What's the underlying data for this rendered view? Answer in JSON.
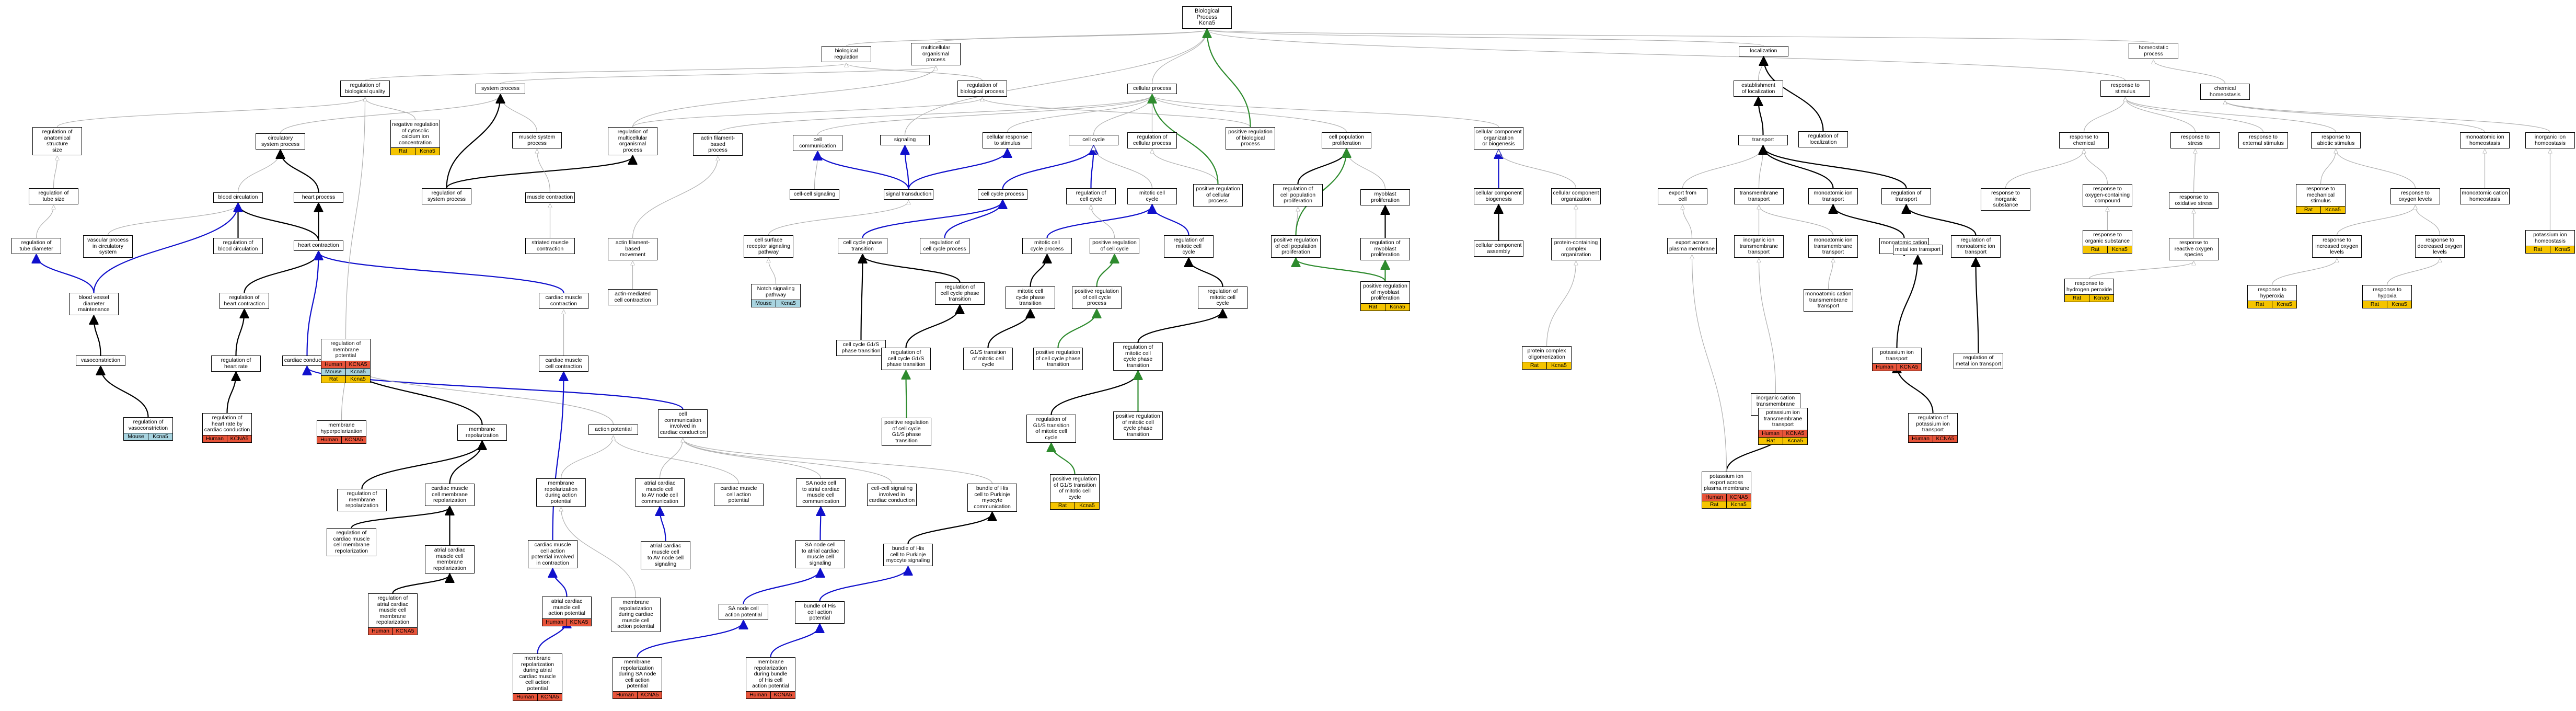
{
  "terms": [
    {
      "id": "root",
      "label": "Biological Process\nKcna5"
    },
    {
      "id": "bioreg",
      "label": "biological regulation"
    },
    {
      "id": "multiorg",
      "label": "multicellular\norganismal process"
    },
    {
      "id": "localization",
      "label": "localization"
    },
    {
      "id": "homeostatic",
      "label": "homeostatic\nprocess"
    },
    {
      "id": "regbioqual",
      "label": "regulation of\nbiological quality"
    },
    {
      "id": "sysproc",
      "label": "system process"
    },
    {
      "id": "regbioproc",
      "label": "regulation of\nbiological process"
    },
    {
      "id": "cellproc",
      "label": "cellular process"
    },
    {
      "id": "estlocal",
      "label": "establishment\nof localization"
    },
    {
      "id": "respstim",
      "label": "response to\nstimulus"
    },
    {
      "id": "chemhomeo",
      "label": "chemical homeostasis"
    },
    {
      "id": "negregcyto",
      "label": "negative regulation\nof cytosolic\ncalcium ion\nconcentration"
    },
    {
      "id": "regmulti",
      "label": "regulation of\nmulticellular\norganismal process"
    },
    {
      "id": "actinfil",
      "label": "actin filament-based\nprocess"
    },
    {
      "id": "cellcomm",
      "label": "cell communication"
    },
    {
      "id": "signaling",
      "label": "signaling"
    },
    {
      "id": "cellresp",
      "label": "cellular response\nto stimulus"
    },
    {
      "id": "cellcycle",
      "label": "cell cycle"
    },
    {
      "id": "regcellproc",
      "label": "regulation of\ncellular process"
    },
    {
      "id": "posregbio",
      "label": "positive regulation\nof biological\nprocess"
    },
    {
      "id": "cellpopprolif",
      "label": "cell population\nproliferation"
    },
    {
      "id": "cellcompbio",
      "label": "cellular component\norganization\nor biogenesis"
    },
    {
      "id": "transport",
      "label": "transport"
    },
    {
      "id": "reglocal",
      "label": "regulation of\nlocalization"
    },
    {
      "id": "respchem",
      "label": "response to\nchemical"
    },
    {
      "id": "respstress",
      "label": "response to\nstress"
    },
    {
      "id": "respext",
      "label": "response to\nexternal stimulus"
    },
    {
      "id": "respabiotic",
      "label": "response to\nabiotic stimulus"
    },
    {
      "id": "monohomeo",
      "label": "monoatomic ion\nhomeostasis"
    },
    {
      "id": "inorghomeo",
      "label": "inorganic ion\nhomeostasis"
    },
    {
      "id": "regsize",
      "label": "regulation of\nanatomical structure\nsize"
    },
    {
      "id": "circsys",
      "label": "circulatory\nsystem process"
    },
    {
      "id": "musclesys",
      "label": "muscle system\nprocess"
    },
    {
      "id": "regtube",
      "label": "regulation of\ntube size"
    },
    {
      "id": "bloodcirc",
      "label": "blood circulation"
    },
    {
      "id": "heartproc",
      "label": "heart process"
    },
    {
      "id": "regsysproc",
      "label": "regulation of\nsystem process"
    },
    {
      "id": "musclecont",
      "label": "muscle contraction"
    },
    {
      "id": "cellsignal",
      "label": "cell-cell signaling"
    },
    {
      "id": "sigtrans",
      "label": "signal transduction"
    },
    {
      "id": "cellcycleproc",
      "label": "cell cycle process"
    },
    {
      "id": "regcellcycle",
      "label": "regulation of\ncell cycle"
    },
    {
      "id": "mitoticcc",
      "label": "mitotic cell\ncycle"
    },
    {
      "id": "posregcellproc",
      "label": "positive regulation\nof cellular\nprocess"
    },
    {
      "id": "regcellpop",
      "label": "regulation of\ncell population\nproliferation"
    },
    {
      "id": "myoblast",
      "label": "myoblast proliferation"
    },
    {
      "id": "compbiogen",
      "label": "cellular component\nbiogenesis"
    },
    {
      "id": "comporg",
      "label": "cellular component\norganization"
    },
    {
      "id": "exportcell",
      "label": "export from\ncell"
    },
    {
      "id": "transmem",
      "label": "transmembrane\ntransport"
    },
    {
      "id": "monoiontrans",
      "label": "monoatomic ion\ntransport"
    },
    {
      "id": "regtrans",
      "label": "regulation of\ntransport"
    },
    {
      "id": "respinorg",
      "label": "response to\ninorganic substance"
    },
    {
      "id": "respoxycomp",
      "label": "response to\noxygen-containing\ncompound"
    },
    {
      "id": "respoxid",
      "label": "response to\noxidative stress"
    },
    {
      "id": "respmech",
      "label": "response to\nmechanical stimulus"
    },
    {
      "id": "respoxylev",
      "label": "response to\noxygen levels"
    },
    {
      "id": "monocation",
      "label": "monoatomic cation\nhomeostasis"
    },
    {
      "id": "potassiumhomeo",
      "label": "potassium ion\nhomeostasis"
    },
    {
      "id": "regtubediam",
      "label": "regulation of\ntube diameter"
    },
    {
      "id": "vascular",
      "label": "vascular process\nin circulatory\nsystem"
    },
    {
      "id": "regbloodcirc",
      "label": "regulation of\nblood circulation"
    },
    {
      "id": "heartcont",
      "label": "heart contraction"
    },
    {
      "id": "striated",
      "label": "striated muscle\ncontraction"
    },
    {
      "id": "actinmove",
      "label": "actin filament-based\nmovement"
    },
    {
      "id": "cellsurface",
      "label": "cell surface\nreceptor signaling\npathway"
    },
    {
      "id": "cellcyclephase",
      "label": "cell cycle phase\ntransition"
    },
    {
      "id": "regcellcycleproc",
      "label": "regulation of\ncell cycle process"
    },
    {
      "id": "mitoticproc",
      "label": "mitotic cell\ncycle process"
    },
    {
      "id": "posregcc",
      "label": "positive regulation\nof cell cycle"
    },
    {
      "id": "regmitotic",
      "label": "regulation of\nmitotic cell\ncycle"
    },
    {
      "id": "posregcellpop",
      "label": "positive regulation\nof cell population\nproliferation"
    },
    {
      "id": "regmyoblast",
      "label": "regulation of\nmyoblast proliferation"
    },
    {
      "id": "compassembly",
      "label": "cellular component\nassembly"
    },
    {
      "id": "proteinorg",
      "label": "protein-containing\ncomplex organization"
    },
    {
      "id": "exportmem",
      "label": "export across\nplasma membrane"
    },
    {
      "id": "inorgmem",
      "label": "inorganic ion\ntransmembrane\ntransport"
    },
    {
      "id": "monomem",
      "label": "monoatomic ion\ntransmembrane\ntransport"
    },
    {
      "id": "monocat",
      "label": "monoatomic cation\ntransport"
    },
    {
      "id": "regmonoion",
      "label": "regulation of\nmonoatomic ion\ntransport"
    },
    {
      "id": "resphydro",
      "label": "response to\nhydrogen peroxide"
    },
    {
      "id": "resporgsub",
      "label": "response to\norganic substance"
    },
    {
      "id": "respros",
      "label": "response to\nreactive oxygen\nspecies"
    },
    {
      "id": "respincoxy",
      "label": "response to\nincreased oxygen\nlevels"
    },
    {
      "id": "respdecoxy",
      "label": "response to\ndecreased oxygen\nlevels"
    },
    {
      "id": "resphyperoxia",
      "label": "response to\nhyperoxia"
    },
    {
      "id": "resphypoxia",
      "label": "response to\nhypoxia"
    },
    {
      "id": "bloodvessel",
      "label": "blood vessel\ndiameter maintenance"
    },
    {
      "id": "regheartcont",
      "label": "regulation of\nheart contraction"
    },
    {
      "id": "cardiaccont",
      "label": "cardiac muscle\ncontraction"
    },
    {
      "id": "actinmediated",
      "label": "actin-mediated\ncell contraction"
    },
    {
      "id": "notch",
      "label": "Notch signaling\npathway"
    },
    {
      "id": "cellcyclephase2",
      "label": "regulation of\ncell cycle phase\ntransition"
    },
    {
      "id": "ccg1s",
      "label": "cell cycle G1/S\nphase transition"
    },
    {
      "id": "mitoticphase",
      "label": "mitotic cell\ncycle phase\ntransition"
    },
    {
      "id": "posregccproc",
      "label": "positive regulation\nof cell cycle\nprocess"
    },
    {
      "id": "regmitoticphase",
      "label": "regulation of\nmitotic cell\ncycle"
    },
    {
      "id": "posregmyoblast",
      "label": "positive regulation\nof myoblast\nproliferation"
    },
    {
      "id": "proteincomplex",
      "label": "protein complex\noligomerization"
    },
    {
      "id": "monocationmem",
      "label": "monoatomic cation\ntransmembrane\ntransport"
    },
    {
      "id": "metaliontrans",
      "label": "metal ion transport"
    },
    {
      "id": "vasoconstriction",
      "label": "vasoconstriction"
    },
    {
      "id": "regheartrate",
      "label": "regulation of\nheart rate"
    },
    {
      "id": "cardiaccond",
      "label": "cardiac conduction"
    },
    {
      "id": "regmempot",
      "label": "regulation of\nmembrane potential"
    },
    {
      "id": "cardiaccellcont",
      "label": "cardiac muscle\ncell contraction"
    },
    {
      "id": "regccg1s",
      "label": "regulation of\ncell cycle G1/S\nphase transition"
    },
    {
      "id": "g1smitotic",
      "label": "G1/S transition\nof mitotic cell\ncycle"
    },
    {
      "id": "posregccphase",
      "label": "positive regulation\nof cell cycle phase\ntransition"
    },
    {
      "id": "regmitoticphase2",
      "label": "regulation of\nmitotic cell\ncycle phase\ntransition"
    },
    {
      "id": "inorgcation",
      "label": "inorganic cation\ntransmembrane\ntransport"
    },
    {
      "id": "potassiumtrans",
      "label": "potassium ion\ntransport"
    },
    {
      "id": "regmetal",
      "label": "regulation of\nmetal ion transport"
    },
    {
      "id": "regvaso",
      "label": "regulation of\nvasoconstriction"
    },
    {
      "id": "regheartcond",
      "label": "regulation of\nheart rate by\ncardiac conduction"
    },
    {
      "id": "memhyper",
      "label": "membrane hyperpolarization"
    },
    {
      "id": "cellcommcond",
      "label": "cell communication\ninvolved in\ncardiac conduction"
    },
    {
      "id": "posregccg1s",
      "label": "positive regulation\nof cell cycle\nG1/S phase transition"
    },
    {
      "id": "regg1smitotic",
      "label": "regulation of\nG1/S transition\nof mitotic cell\ncycle"
    },
    {
      "id": "posregmitoticphase",
      "label": "positive regulation\nof mitotic cell\ncycle phase\ntransition"
    },
    {
      "id": "potassiummem",
      "label": "potassium ion\ntransmembrane\ntransport"
    },
    {
      "id": "regpotassium",
      "label": "regulation of\npotassium ion\ntransport"
    },
    {
      "id": "memrepol",
      "label": "membrane repolarization"
    },
    {
      "id": "actionpot",
      "label": "action potential"
    },
    {
      "id": "posregg1s",
      "label": "positive regulation\nof G1/S transition\nof mitotic cell\ncycle"
    },
    {
      "id": "potassiumexport",
      "label": "potassium ion\nexport across\nplasma membrane"
    },
    {
      "id": "regmemrepol",
      "label": "regulation of\nmembrane repolarization"
    },
    {
      "id": "cardiacrepol",
      "label": "cardiac muscle\ncell membrane\nrepolarization"
    },
    {
      "id": "memrepolaction",
      "label": "membrane repolarization\nduring action\npotential"
    },
    {
      "id": "atrialcomm",
      "label": "atrial cardiac\nmuscle cell\nto AV node cell\ncommunication"
    },
    {
      "id": "cardiacaction",
      "label": "cardiac muscle\ncell action\npotential"
    },
    {
      "id": "sanodecomm",
      "label": "SA node cell\nto atrial cardiac\nmuscle cell\ncommunication"
    },
    {
      "id": "cellsigcond",
      "label": "cell-cell signaling\ninvolved in\ncardiac conduction"
    },
    {
      "id": "bundlecomm",
      "label": "bundle of His\ncell to Purkinje\nmyocyte communication"
    },
    {
      "id": "regcardiacrepol",
      "label": "regulation of\ncardiac muscle\ncell membrane\nrepolarization"
    },
    {
      "id": "atrialrepol",
      "label": "atrial cardiac\nmuscle cell\nmembrane repolarization"
    },
    {
      "id": "cardiacactioncont",
      "label": "cardiac muscle\ncell action\npotential involved\nin contraction"
    },
    {
      "id": "atrialsig",
      "label": "atrial cardiac\nmuscle cell\nto AV node cell\nsignaling"
    },
    {
      "id": "sanodesig",
      "label": "SA node cell\nto atrial cardiac\nmuscle cell\nsignaling"
    },
    {
      "id": "bundlesig",
      "label": "bundle of His\ncell to Purkinje\nmyocyte signaling"
    },
    {
      "id": "regatrialrepol",
      "label": "regulation of\natrial cardiac\nmuscle cell\nmembrane repolarization"
    },
    {
      "id": "atrialaction",
      "label": "atrial cardiac\nmuscle cell\naction potential"
    },
    {
      "id": "memrepolcardiac",
      "label": "membrane repolarization\nduring cardiac\nmuscle cell\naction potential"
    },
    {
      "id": "sanodeaction",
      "label": "SA node cell\naction potential"
    },
    {
      "id": "bundleaction",
      "label": "bundle of His\ncell action\npotential"
    },
    {
      "id": "memrepolatrial",
      "label": "membrane repolarization\nduring atrial\ncardiac muscle\ncell action\npotential"
    },
    {
      "id": "memrepolsa",
      "label": "membrane repolarization\nduring SA node\ncell action\npotential"
    },
    {
      "id": "memrepolbundle",
      "label": "membrane repolarization\nduring bundle\nof His cell\naction potential"
    }
  ],
  "annotations": [
    {
      "term": "negregcyto",
      "rows": [
        [
          "Rat",
          "Kcna5"
        ]
      ]
    },
    {
      "term": "notch",
      "rows": [
        [
          "Mouse",
          "Kcna5"
        ]
      ]
    },
    {
      "term": "regmempot",
      "rows": [
        [
          "Human",
          "KCNA5"
        ],
        [
          "Mouse",
          "Kcna5"
        ],
        [
          "Rat",
          "Kcna5"
        ]
      ]
    },
    {
      "term": "regvaso",
      "rows": [
        [
          "Mouse",
          "Kcna5"
        ]
      ]
    },
    {
      "term": "regheartcond",
      "rows": [
        [
          "Human",
          "KCNA5"
        ]
      ]
    },
    {
      "term": "memhyper",
      "rows": [
        [
          "Human",
          "KCNA5"
        ]
      ]
    },
    {
      "term": "regatrialrepol",
      "rows": [
        [
          "Human",
          "KCNA5"
        ]
      ]
    },
    {
      "term": "atrialaction",
      "rows": [
        [
          "Human",
          "KCNA5"
        ]
      ]
    },
    {
      "term": "memrepolatrial",
      "rows": [
        [
          "Human",
          "KCNA5"
        ]
      ]
    },
    {
      "term": "memrepolsa",
      "rows": [
        [
          "Human",
          "KCNA5"
        ]
      ]
    },
    {
      "term": "memrepolbundle",
      "rows": [
        [
          "Human",
          "KCNA5"
        ]
      ]
    },
    {
      "term": "posregg1s",
      "rows": [
        [
          "Rat",
          "Kcna5"
        ]
      ]
    },
    {
      "term": "posregmyoblast",
      "rows": [
        [
          "Rat",
          "Kcna5"
        ]
      ]
    },
    {
      "term": "proteincomplex",
      "rows": [
        [
          "Rat",
          "Kcna5"
        ]
      ]
    },
    {
      "term": "potassiumexport",
      "rows": [
        [
          "Human",
          "KCNA5"
        ],
        [
          "Rat",
          "Kcna5"
        ]
      ]
    },
    {
      "term": "potassiummem",
      "rows": [
        [
          "Human",
          "KCNA5"
        ],
        [
          "Rat",
          "Kcna5"
        ]
      ]
    },
    {
      "term": "potassiumtrans",
      "rows": [
        [
          "Human",
          "KCNA5"
        ]
      ]
    },
    {
      "term": "regpotassium",
      "rows": [
        [
          "Human",
          "KCNA5"
        ]
      ]
    },
    {
      "term": "resporgsub",
      "rows": [
        [
          "Rat",
          "Kcna5"
        ]
      ]
    },
    {
      "term": "resphydro",
      "rows": [
        [
          "Rat",
          "Kcna5"
        ]
      ]
    },
    {
      "term": "respmech",
      "rows": [
        [
          "Rat",
          "Kcna5"
        ]
      ]
    },
    {
      "term": "resphyperoxia",
      "rows": [
        [
          "Rat",
          "Kcna5"
        ]
      ]
    },
    {
      "term": "resphypoxia",
      "rows": [
        [
          "Rat",
          "Kcna5"
        ]
      ]
    },
    {
      "term": "potassiumhomeo",
      "rows": [
        [
          "Rat",
          "Kcna5"
        ]
      ]
    }
  ],
  "colors": {
    "human": "#e8543a",
    "mouse": "#a8d4e0",
    "rat": "#f5c400",
    "edge_is_a": "#b0b0b0",
    "edge_part_of": "#000000",
    "edge_regulates": "#1010cc",
    "edge_positively": "#2e8b2e"
  }
}
